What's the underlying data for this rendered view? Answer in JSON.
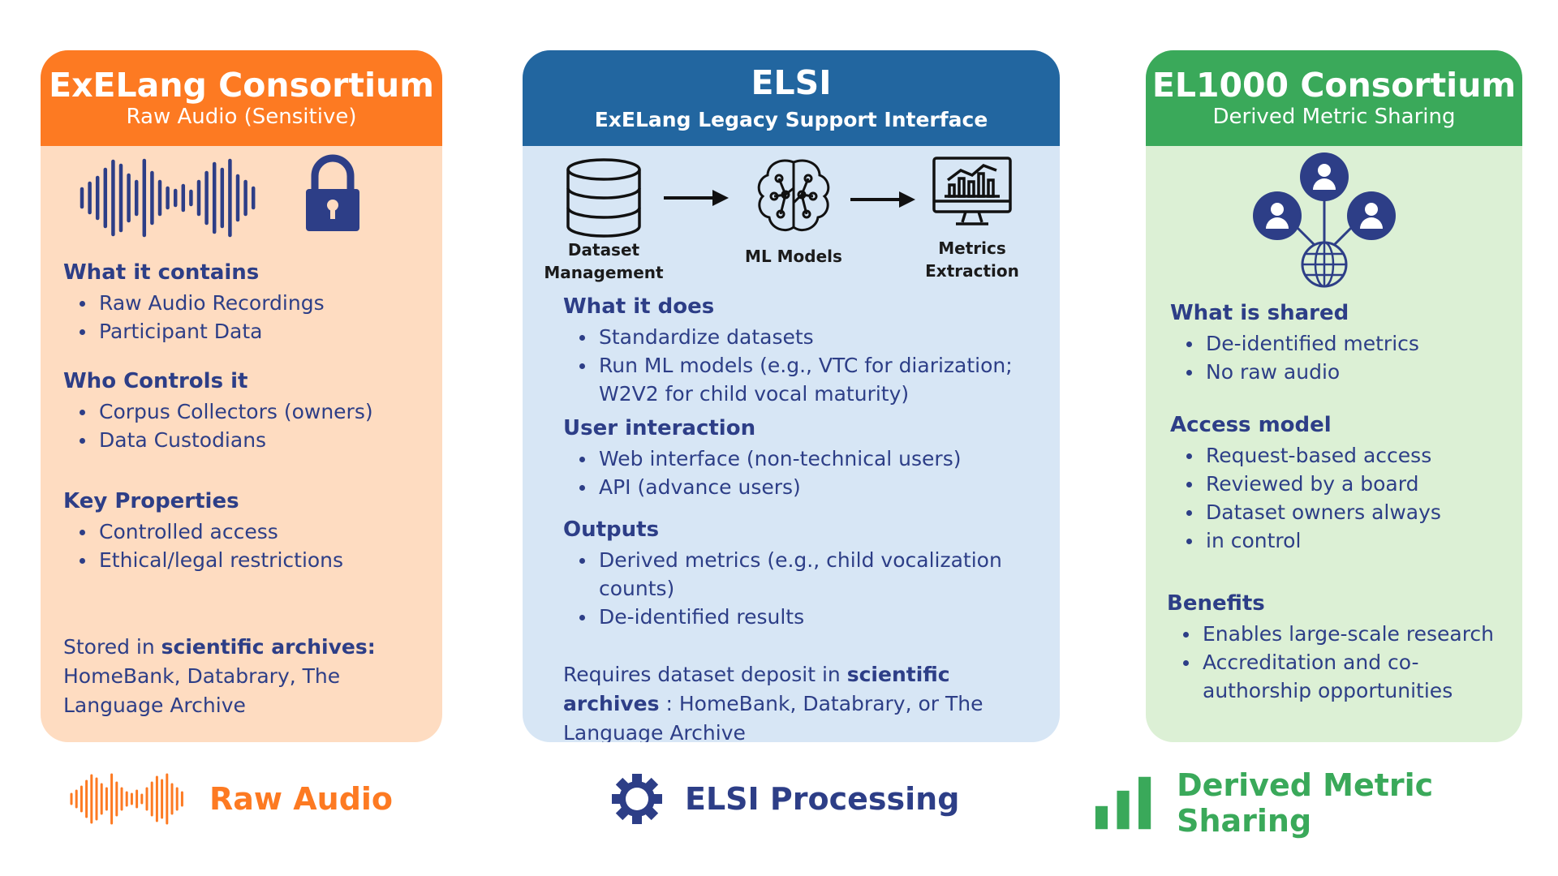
{
  "left": {
    "title": "ExELang Consortium",
    "subtitle": "Raw Audio (Sensitive)",
    "icons": [
      "waveform-icon",
      "padlock-icon"
    ],
    "sections": [
      {
        "title": "What it contains",
        "items": [
          "Raw Audio Recordings",
          "Participant Data"
        ]
      },
      {
        "title": "Who Controls it",
        "items": [
          "Corpus Collectors (owners)",
          "Data Custodians"
        ]
      },
      {
        "title": "Key Properties",
        "items": [
          "Controlled access",
          "Ethical/legal restrictions"
        ]
      }
    ],
    "note_prefix": "Stored in ",
    "note_bold": "scientific archives:",
    "note_rest": "HomeBank, Databrary, The Language Archive"
  },
  "mid": {
    "title": "ELSI",
    "subtitle": "ExELang Legacy Support Interface",
    "flow": [
      {
        "icon": "database-icon",
        "label": "Dataset Management"
      },
      {
        "icon": "brain-network-icon",
        "label": "ML Models"
      },
      {
        "icon": "monitor-chart-icon",
        "label": "Metrics Extraction"
      }
    ],
    "sections": [
      {
        "title": "What it does",
        "items": [
          "Standardize datasets",
          "Run ML models (e.g., VTC for diarization; W2V2 for child vocal maturity)"
        ]
      },
      {
        "title": "User interaction",
        "items": [
          "Web interface (non-technical users)",
          "API (advance users)"
        ]
      },
      {
        "title": "Outputs",
        "items": [
          "Derived metrics (e.g., child vocalization counts)",
          "De-identified results"
        ]
      }
    ],
    "note_prefix": "Requires dataset deposit in ",
    "note_bold": "scientific archives",
    "note_rest": " : HomeBank, Databrary, or The Language Archive"
  },
  "right": {
    "title": "EL1000 Consortium",
    "subtitle": "Derived Metric Sharing",
    "icons": [
      "people-network-globe-icon"
    ],
    "sections": [
      {
        "title": "What is shared",
        "items": [
          "De-identified metrics",
          "No raw audio"
        ]
      },
      {
        "title": "Access model",
        "items": [
          "Request-based access",
          "Reviewed by a board",
          "Dataset owners always",
          "in control"
        ]
      },
      {
        "title": "Benefits",
        "items": [
          "Enables large-scale research",
          "Accreditation and co-authorship opportunities"
        ]
      }
    ]
  },
  "footer": [
    {
      "label": "Raw Audio",
      "icon": "waveform-icon",
      "color": "#fd7a22"
    },
    {
      "label": "ELSI Processing",
      "icon": "gear-icon",
      "color": "#2d3e87"
    },
    {
      "label": "Derived Metric Sharing",
      "icon": "bar-chart-icon",
      "color": "#3aa95a"
    }
  ],
  "colors": {
    "orange": "#fd7a22",
    "blue": "#2266a0",
    "green": "#3aa95a",
    "navy": "#2d3e87"
  }
}
